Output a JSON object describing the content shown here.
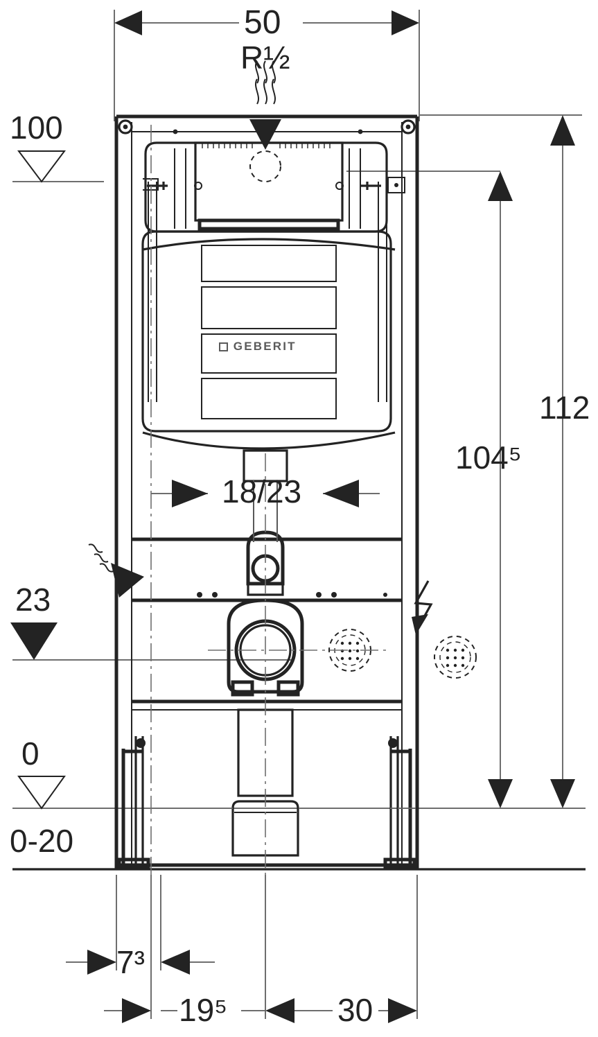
{
  "drawing": {
    "title": "Geberit Duofix wall-hung WC frame installation dimension drawing",
    "units": "cm",
    "brand": {
      "name": "GEBERIT",
      "mark": "square-icon"
    },
    "colors": {
      "line": "#232323",
      "line_light": "#6e6e6e",
      "logo": "#5a5a5a",
      "background": "#ffffff"
    },
    "dimensions": {
      "width_top": {
        "label": "50",
        "value": 50,
        "orientation": "horizontal",
        "arrows": "outward"
      },
      "thread": {
        "label": "R",
        "fraction": "½",
        "full": "R½",
        "leader": "wavy-arrow-down"
      },
      "level_100": {
        "label": "100",
        "marker": "hollow-triangle-down"
      },
      "height_112": {
        "label": "112",
        "value": 112,
        "orientation": "vertical",
        "arrows": "both"
      },
      "height_1045": {
        "label": "104",
        "superscript": "5",
        "full": "104⁵",
        "value": 104.5,
        "orientation": "vertical",
        "arrows": "both"
      },
      "bowl_fixing": {
        "label": "18/23",
        "orientation": "horizontal",
        "arrows": "inward"
      },
      "level_23": {
        "label": "23",
        "marker": "filled-triangle-down"
      },
      "level_0": {
        "label": "0",
        "marker": "hollow-triangle-down"
      },
      "floor_tolerance": {
        "label": "0-20"
      },
      "depth_73": {
        "label": "7",
        "superscript": "3",
        "full": "7³",
        "value": 7.3,
        "orientation": "horizontal",
        "arrows": "inward"
      },
      "depth_195": {
        "label": "19",
        "superscript": "5",
        "full": "19⁵",
        "value": 19.5,
        "orientation": "horizontal",
        "arrows": "outward-left"
      },
      "depth_30": {
        "label": "30",
        "value": 30,
        "orientation": "horizontal",
        "arrows": "outward-right"
      }
    },
    "symbols": [
      {
        "name": "water-supply-arrow",
        "description": "wavy triple-line leader with filled down triangle at top centre"
      },
      {
        "name": "water-supply-arrow-left",
        "description": "diagonal wavy leader with filled arrowhead entering frame at left"
      },
      {
        "name": "electrical-lightning-icon",
        "description": "lightning bolt with arrowhead at right side of frame"
      },
      {
        "name": "conduit-circle-dashed-1",
        "description": "dashed hatched circle inside frame, right of waste pipe"
      },
      {
        "name": "conduit-circle-dashed-2",
        "description": "dashed hatched circle outside frame, far right"
      },
      {
        "name": "flush-pipe-circle-dashed",
        "description": "small dashed circle at top centre under R½ arrow"
      }
    ],
    "components": [
      {
        "name": "mounting-frame",
        "description": "outer steel installation frame with corner bolt holes"
      },
      {
        "name": "concealed-cistern",
        "description": "cistern body with four horizontal ribs bearing GEBERIT logo"
      },
      {
        "name": "inspection-opening",
        "description": "rectangular access opening at cistern top"
      },
      {
        "name": "flush-pipe-connector",
        "description": "flush pipe bend with circular collar"
      },
      {
        "name": "waste-pipe-elbow",
        "description": "large circular waste connector with clamp"
      },
      {
        "name": "waste-outlet-stub",
        "description": "vertical outlet pipe to floor socket"
      },
      {
        "name": "adjustable-foot-left",
        "description": "telescopic left support leg"
      },
      {
        "name": "adjustable-foot-right",
        "description": "telescopic right support leg"
      },
      {
        "name": "floor-line",
        "description": "finished floor reference line"
      }
    ]
  }
}
